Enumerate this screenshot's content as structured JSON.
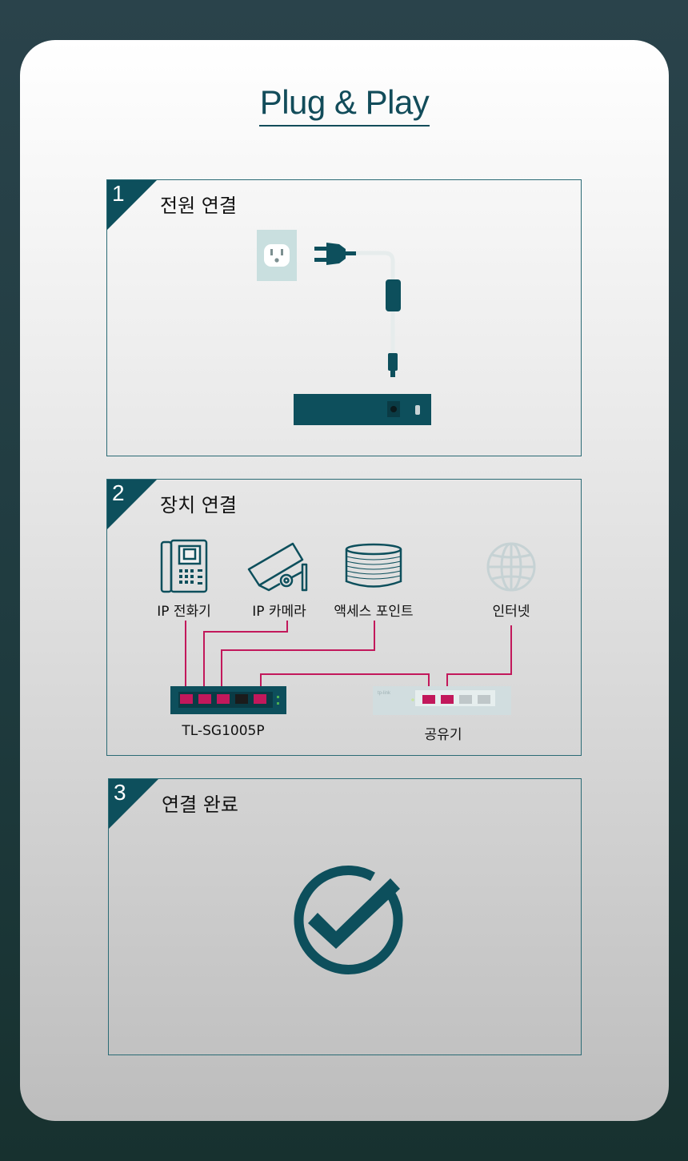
{
  "title": "Plug & Play",
  "steps": [
    {
      "number": "1",
      "label": "전원 연결"
    },
    {
      "number": "2",
      "label": "장치 연결"
    },
    {
      "number": "3",
      "label": "연결 완료"
    }
  ],
  "devices": {
    "ip_phone": "IP 전화기",
    "ip_camera": "IP 카메라",
    "access_point": "액세스 포인트",
    "internet": "인터넷",
    "switch_model": "TL-SG1005P",
    "router": "공유기",
    "router_brand": "tp-link"
  },
  "colors": {
    "teal": "#0d4f5c",
    "accent_cable": "#c2185b",
    "background": "#1f3b3f"
  }
}
